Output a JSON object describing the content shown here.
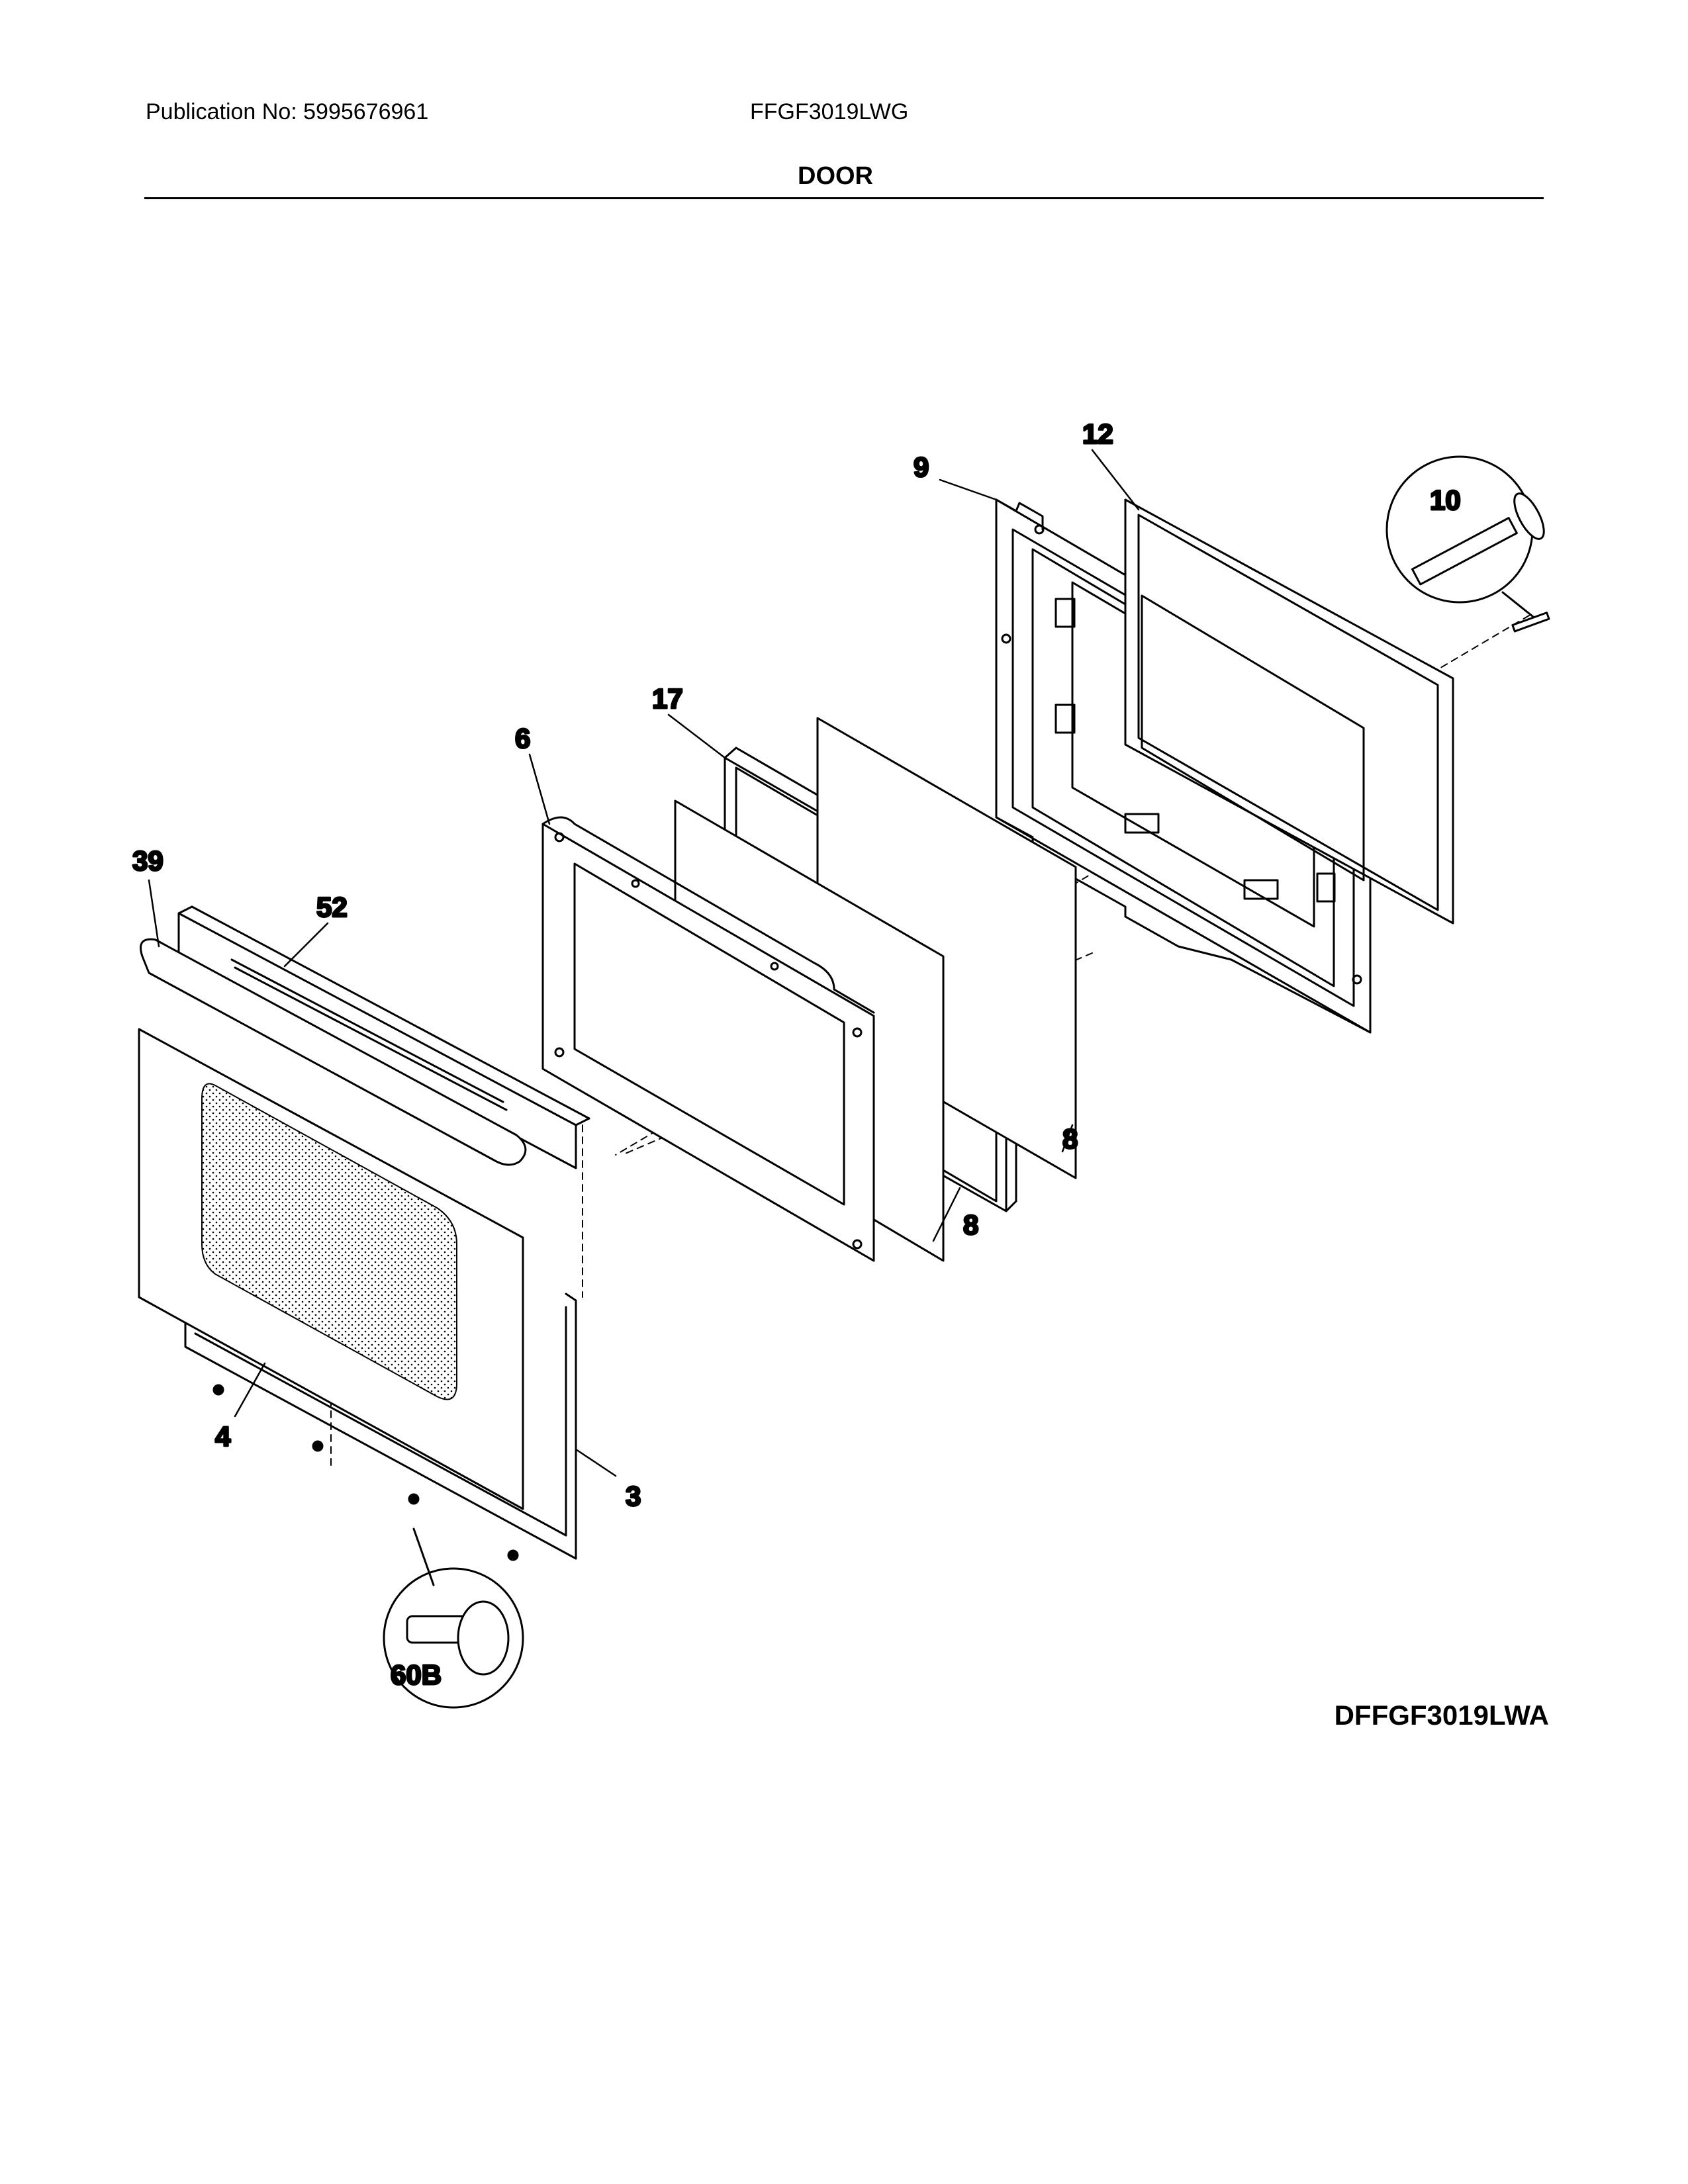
{
  "header": {
    "publication": "Publication No: 5995676961",
    "model": "FFGF3019LWG",
    "section": "DOOR"
  },
  "diagram_code": "DFFGF3019LWA",
  "callouts": {
    "c12": "12",
    "c9": "9",
    "c10": "10",
    "c17": "17",
    "c6": "6",
    "c39": "39",
    "c52": "52",
    "c8a": "8",
    "c8b": "8",
    "c4": "4",
    "c3": "3",
    "c60b": "60B"
  }
}
